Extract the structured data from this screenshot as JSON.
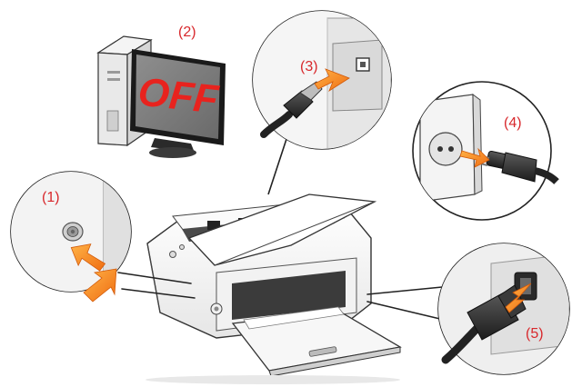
{
  "steps": {
    "s1": "(1)",
    "s2": "(2)",
    "s3": "(3)",
    "s4": "(4)",
    "s5": "(5)"
  },
  "monitor": {
    "screen_text": "OFF"
  },
  "colors": {
    "step_label": "#d8282c",
    "arrow": "#f07b1e",
    "off_text": "#e8231e",
    "outline": "#222222"
  },
  "icons": [
    "power-button-icon",
    "usb-cable-icon",
    "power-plug-icon",
    "ac-inlet-icon",
    "computer-icon",
    "monitor-icon",
    "printer-icon"
  ]
}
